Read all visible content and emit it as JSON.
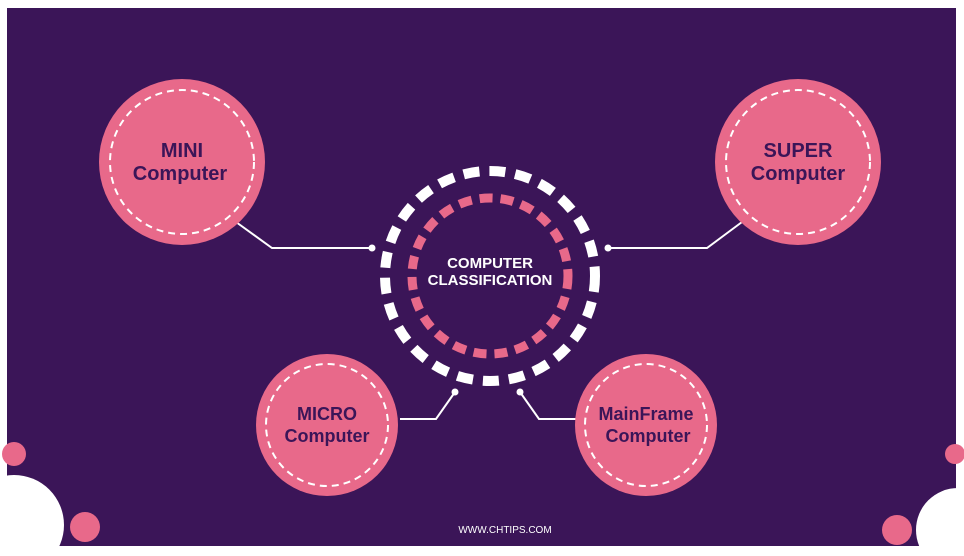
{
  "colors": {
    "background": "#3b1558",
    "circle_fill": "#e8698a",
    "label_text": "#3b1558",
    "white": "#ffffff",
    "center_dash_inner": "#e8698a"
  },
  "center": {
    "line1": "COMPUTER",
    "line2": "CLASSIFICATION"
  },
  "nodes": {
    "mini": {
      "line1": "MINI",
      "line2": "Computer"
    },
    "super": {
      "line1": "SUPER",
      "line2": "Computer"
    },
    "micro": {
      "line1": "MICRO",
      "line2": "Computer"
    },
    "mainframe": {
      "line1": "MainFrame",
      "line2": "Computer"
    }
  },
  "footer": {
    "website": "WWW.CHTIPS.COM"
  }
}
